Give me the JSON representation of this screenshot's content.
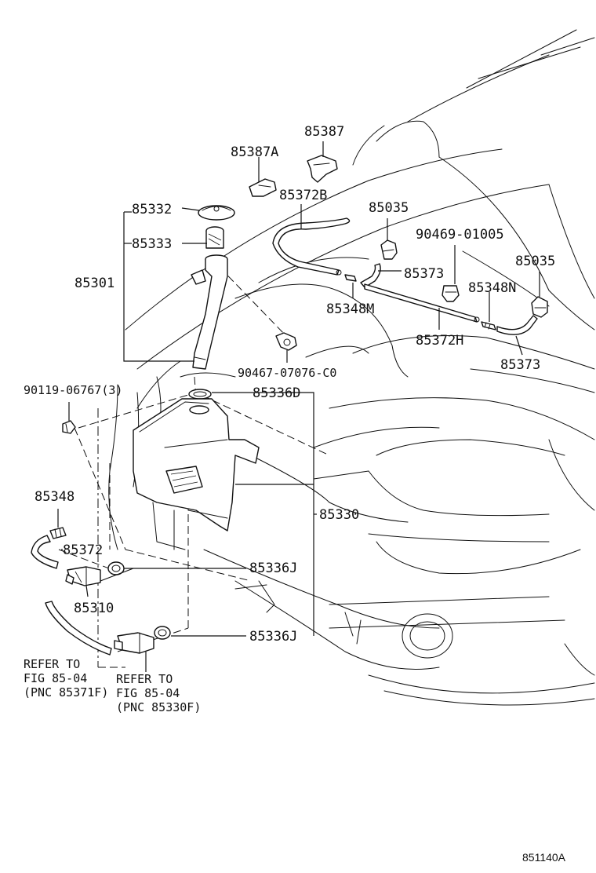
{
  "labels": {
    "p85387": "85387",
    "p85387A": "85387A",
    "p85372B": "85372B",
    "p85332": "85332",
    "p85333": "85333",
    "p85301": "85301",
    "p85035a": "85035",
    "p90469": "90469-01005",
    "p85035b": "85035",
    "p85373a": "85373",
    "p85348N": "85348N",
    "p85348M": "85348M",
    "p85372H": "85372H",
    "p85373b": "85373",
    "p90467": "90467-07076-C0",
    "p90119": "90119-06767(3)",
    "p85336D": "85336D",
    "p85330": "85330",
    "p85348": "85348",
    "p85372": "85372",
    "p85336Ja": "85336J",
    "p85310": "85310",
    "p85336Jb": "85336J"
  },
  "notes": {
    "ref1_line1": "REFER TO",
    "ref1_line2": "FIG 85-04",
    "ref1_line3": "(PNC 85371F)",
    "ref2_line1": "REFER TO",
    "ref2_line2": "FIG 85-04",
    "ref2_line3": "(PNC 85330F)"
  },
  "figure_code": "851140A"
}
